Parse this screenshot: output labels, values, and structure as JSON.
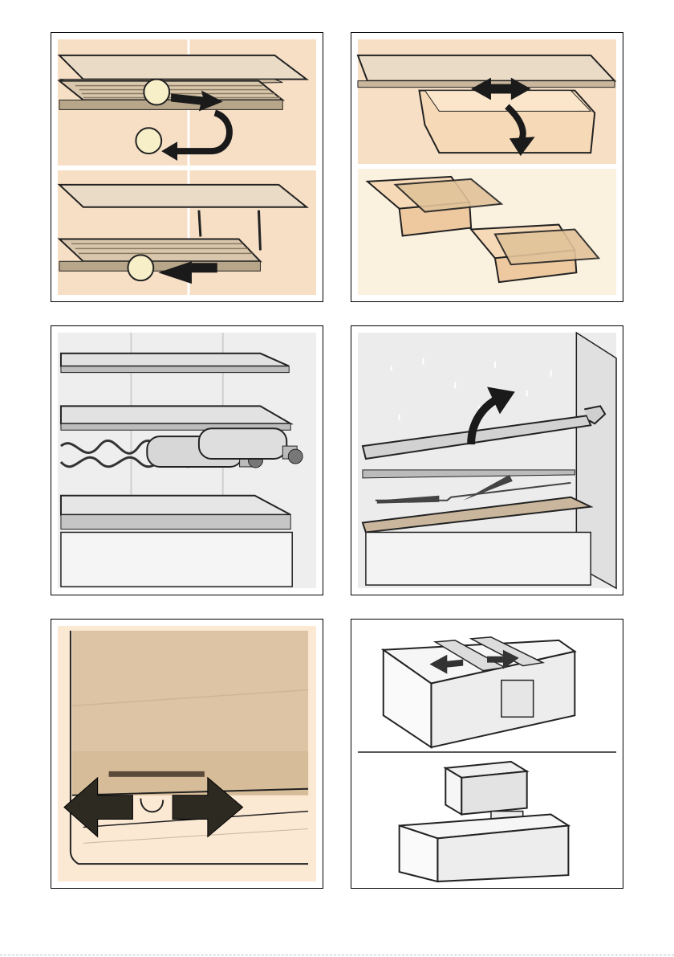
{
  "page": {
    "panels": [
      {
        "id": "shelf-removal",
        "icons": [
          "shelf-icon",
          "arrow-icon",
          "step-marker-icon"
        ]
      },
      {
        "id": "container-adjust",
        "icons": [
          "container-icon",
          "double-arrow-icon",
          "arrow-icon"
        ]
      },
      {
        "id": "bottle-rack",
        "icons": [
          "bottle-rack-icon",
          "bottle-icon",
          "shelf-icon"
        ]
      },
      {
        "id": "drain-channel",
        "icons": [
          "drain-icon",
          "arrow-icon"
        ]
      },
      {
        "id": "drawer-slide",
        "icons": [
          "double-arrow-icon",
          "drawer-icon"
        ]
      },
      {
        "id": "drawer-divider",
        "icons": [
          "drawer-icon",
          "divider-icon",
          "arrow-icon"
        ]
      }
    ],
    "colors": {
      "background": "#f7dfc5",
      "accent_fill": "#f2e5b8",
      "arrow": "#1a1a1a",
      "wall": "#d8c0a0"
    }
  }
}
